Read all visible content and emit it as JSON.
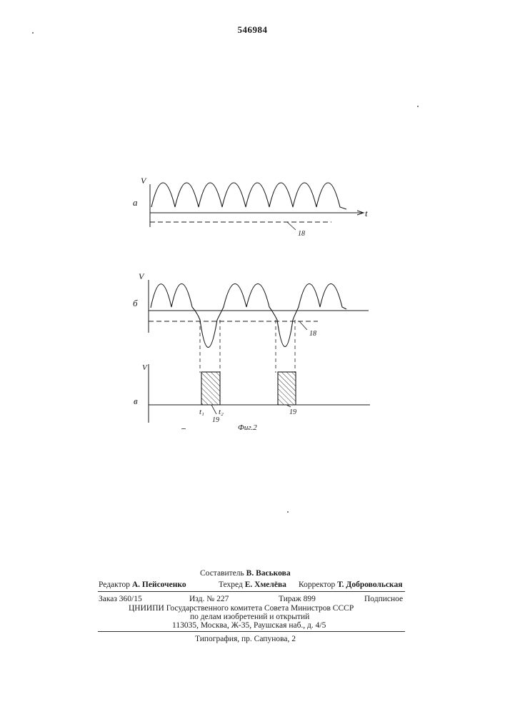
{
  "page": {
    "patent_number": "546984"
  },
  "figure": {
    "caption": "Фиг.2",
    "panel_a": {
      "label": "а",
      "y_axis": "V",
      "x_axis": "t",
      "ref_18": "18"
    },
    "panel_b": {
      "label": "б",
      "y_axis": "V",
      "ref_18": "18"
    },
    "panel_v": {
      "label": "в",
      "y_axis": "V",
      "t1": "t₁",
      "t2": "t₂",
      "ref_19_a": "19",
      "ref_19_b": "19"
    }
  },
  "colophon": {
    "compiler": {
      "role": "Составитель",
      "name": "В. Васькова"
    },
    "editor": {
      "role": "Редактор",
      "name": "А. Пейсоченко"
    },
    "techeditor": {
      "role": "Техред",
      "name": "Е. Хмелёва"
    },
    "corrector": {
      "role": "Корректор",
      "name": "Т. Добровольская"
    },
    "order": "Заказ 360/15",
    "edition": "Изд. № 227",
    "print_run": "Тираж 899",
    "subscription": "Подписное",
    "institute": "ЦНИИПИ Государственного комитета Совета Министров СССР",
    "institute_scope": "по делам изобретений и открытий",
    "address": "113035, Москва, Ж-35, Раушская наб., д. 4/5",
    "printer": "Типография, пр. Сапунова, 2"
  }
}
